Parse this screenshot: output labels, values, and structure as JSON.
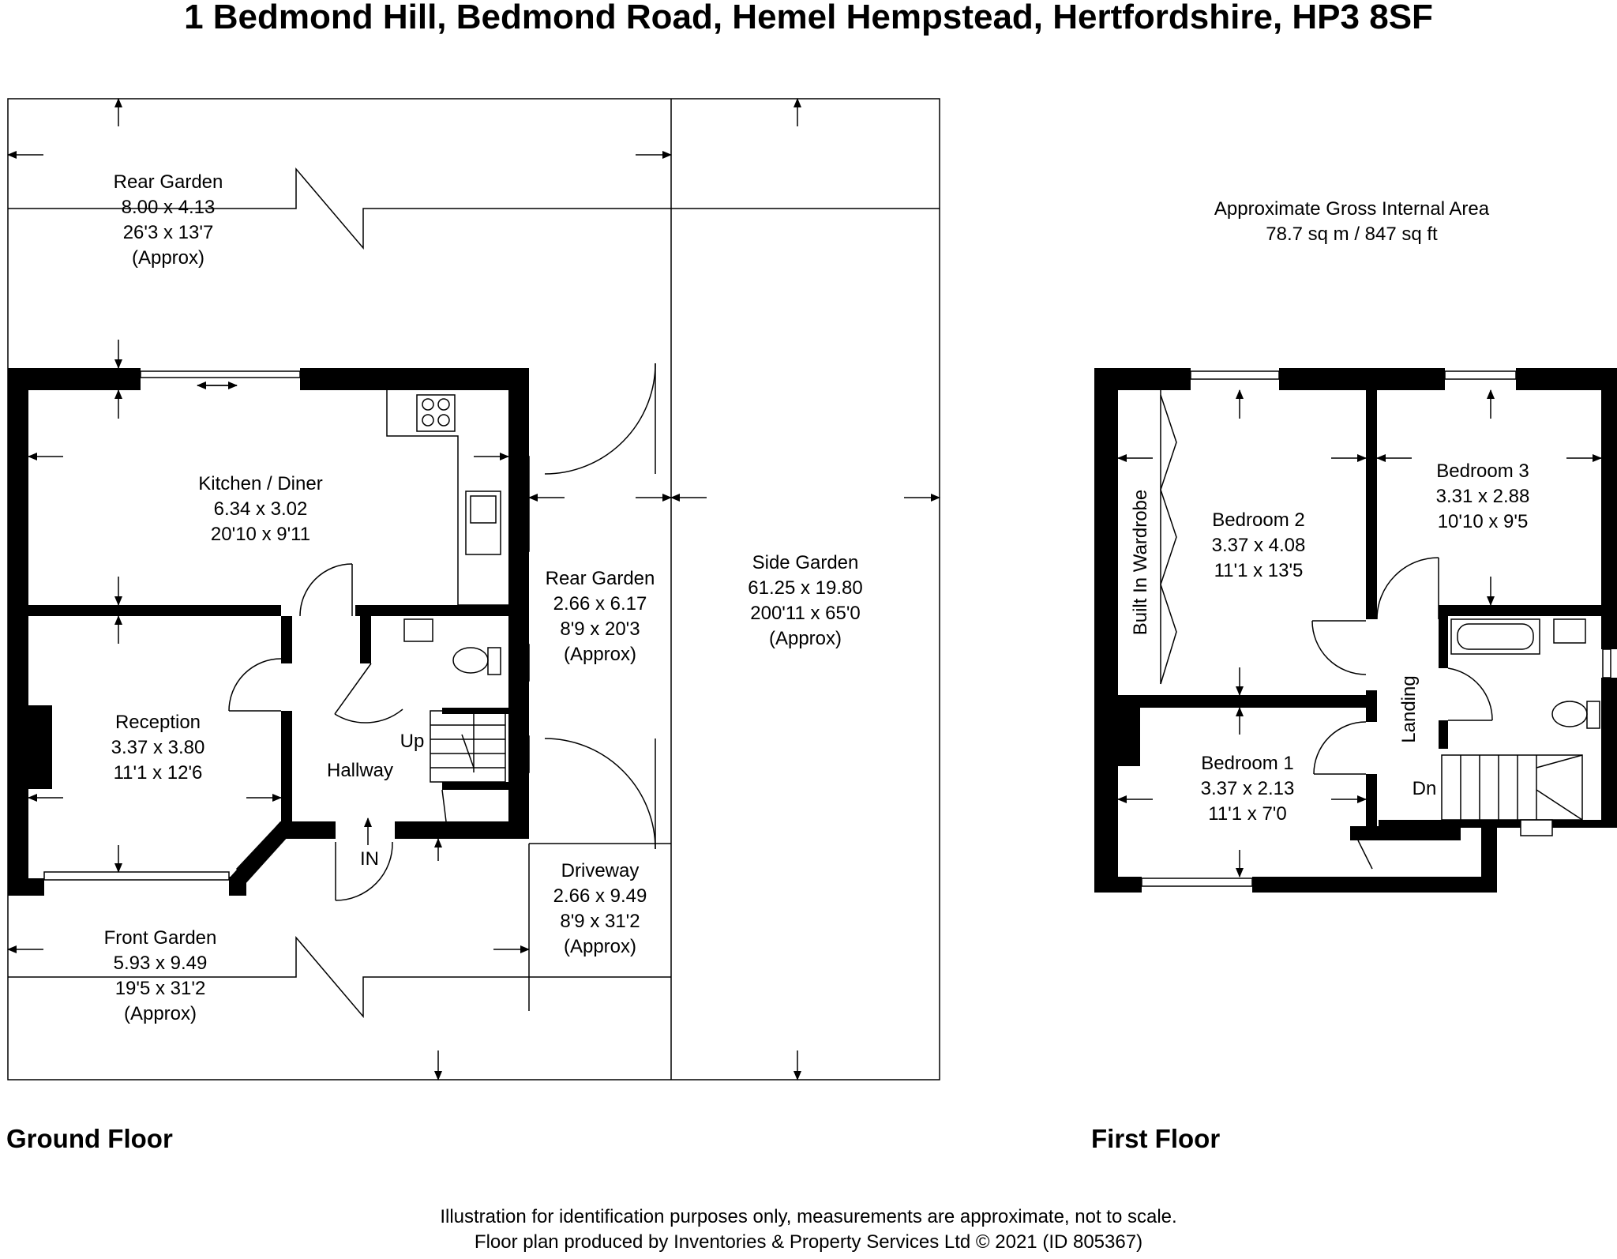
{
  "title": "1 Bedmond Hill, Bedmond Road, Hemel Hempstead, Hertfordshire, HP3 8SF",
  "area": {
    "label": "Approximate Gross Internal Area",
    "value": "78.7 sq m / 847 sq ft"
  },
  "floors": {
    "ground": "Ground Floor",
    "first": "First Floor"
  },
  "rooms": {
    "rear_garden_top": {
      "name": "Rear Garden",
      "metric": "8.00 x 4.13",
      "imperial": "26'3 x 13'7",
      "note": "(Approx)"
    },
    "kitchen": {
      "name": "Kitchen / Diner",
      "metric": "6.34 x 3.02",
      "imperial": "20'10 x 9'11"
    },
    "rear_garden_side": {
      "name": "Rear Garden",
      "metric": "2.66 x 6.17",
      "imperial": "8'9 x 20'3",
      "note": "(Approx)"
    },
    "side_garden": {
      "name": "Side Garden",
      "metric": "61.25 x 19.80",
      "imperial": "200'11 x 65'0",
      "note": "(Approx)"
    },
    "reception": {
      "name": "Reception",
      "metric": "3.37 x 3.80",
      "imperial": "11'1 x 12'6"
    },
    "hallway": {
      "name": "Hallway"
    },
    "driveway": {
      "name": "Driveway",
      "metric": "2.66 x 9.49",
      "imperial": "8'9 x 31'2",
      "note": "(Approx)"
    },
    "front_garden": {
      "name": "Front Garden",
      "metric": "5.93 x 9.49",
      "imperial": "19'5 x 31'2",
      "note": "(Approx)"
    },
    "bedroom2": {
      "name": "Bedroom 2",
      "metric": "3.37 x 4.08",
      "imperial": "11'1 x 13'5"
    },
    "bedroom3": {
      "name": "Bedroom 3",
      "metric": "3.31 x 2.88",
      "imperial": "10'10 x 9'5"
    },
    "bedroom1": {
      "name": "Bedroom 1",
      "metric": "3.37 x 2.13",
      "imperial": "11'1 x 7'0"
    },
    "wardrobe": {
      "name": "Built In Wardrobe"
    },
    "landing": {
      "name": "Landing"
    }
  },
  "markers": {
    "up": "Up",
    "down": "Dn",
    "entrance": "IN"
  },
  "footer": {
    "line1": "Illustration for identification purposes only, measurements are approximate, not to scale.",
    "line2": "Floor plan produced by Inventories & Property Services Ltd © 2021 (ID 805367)"
  }
}
